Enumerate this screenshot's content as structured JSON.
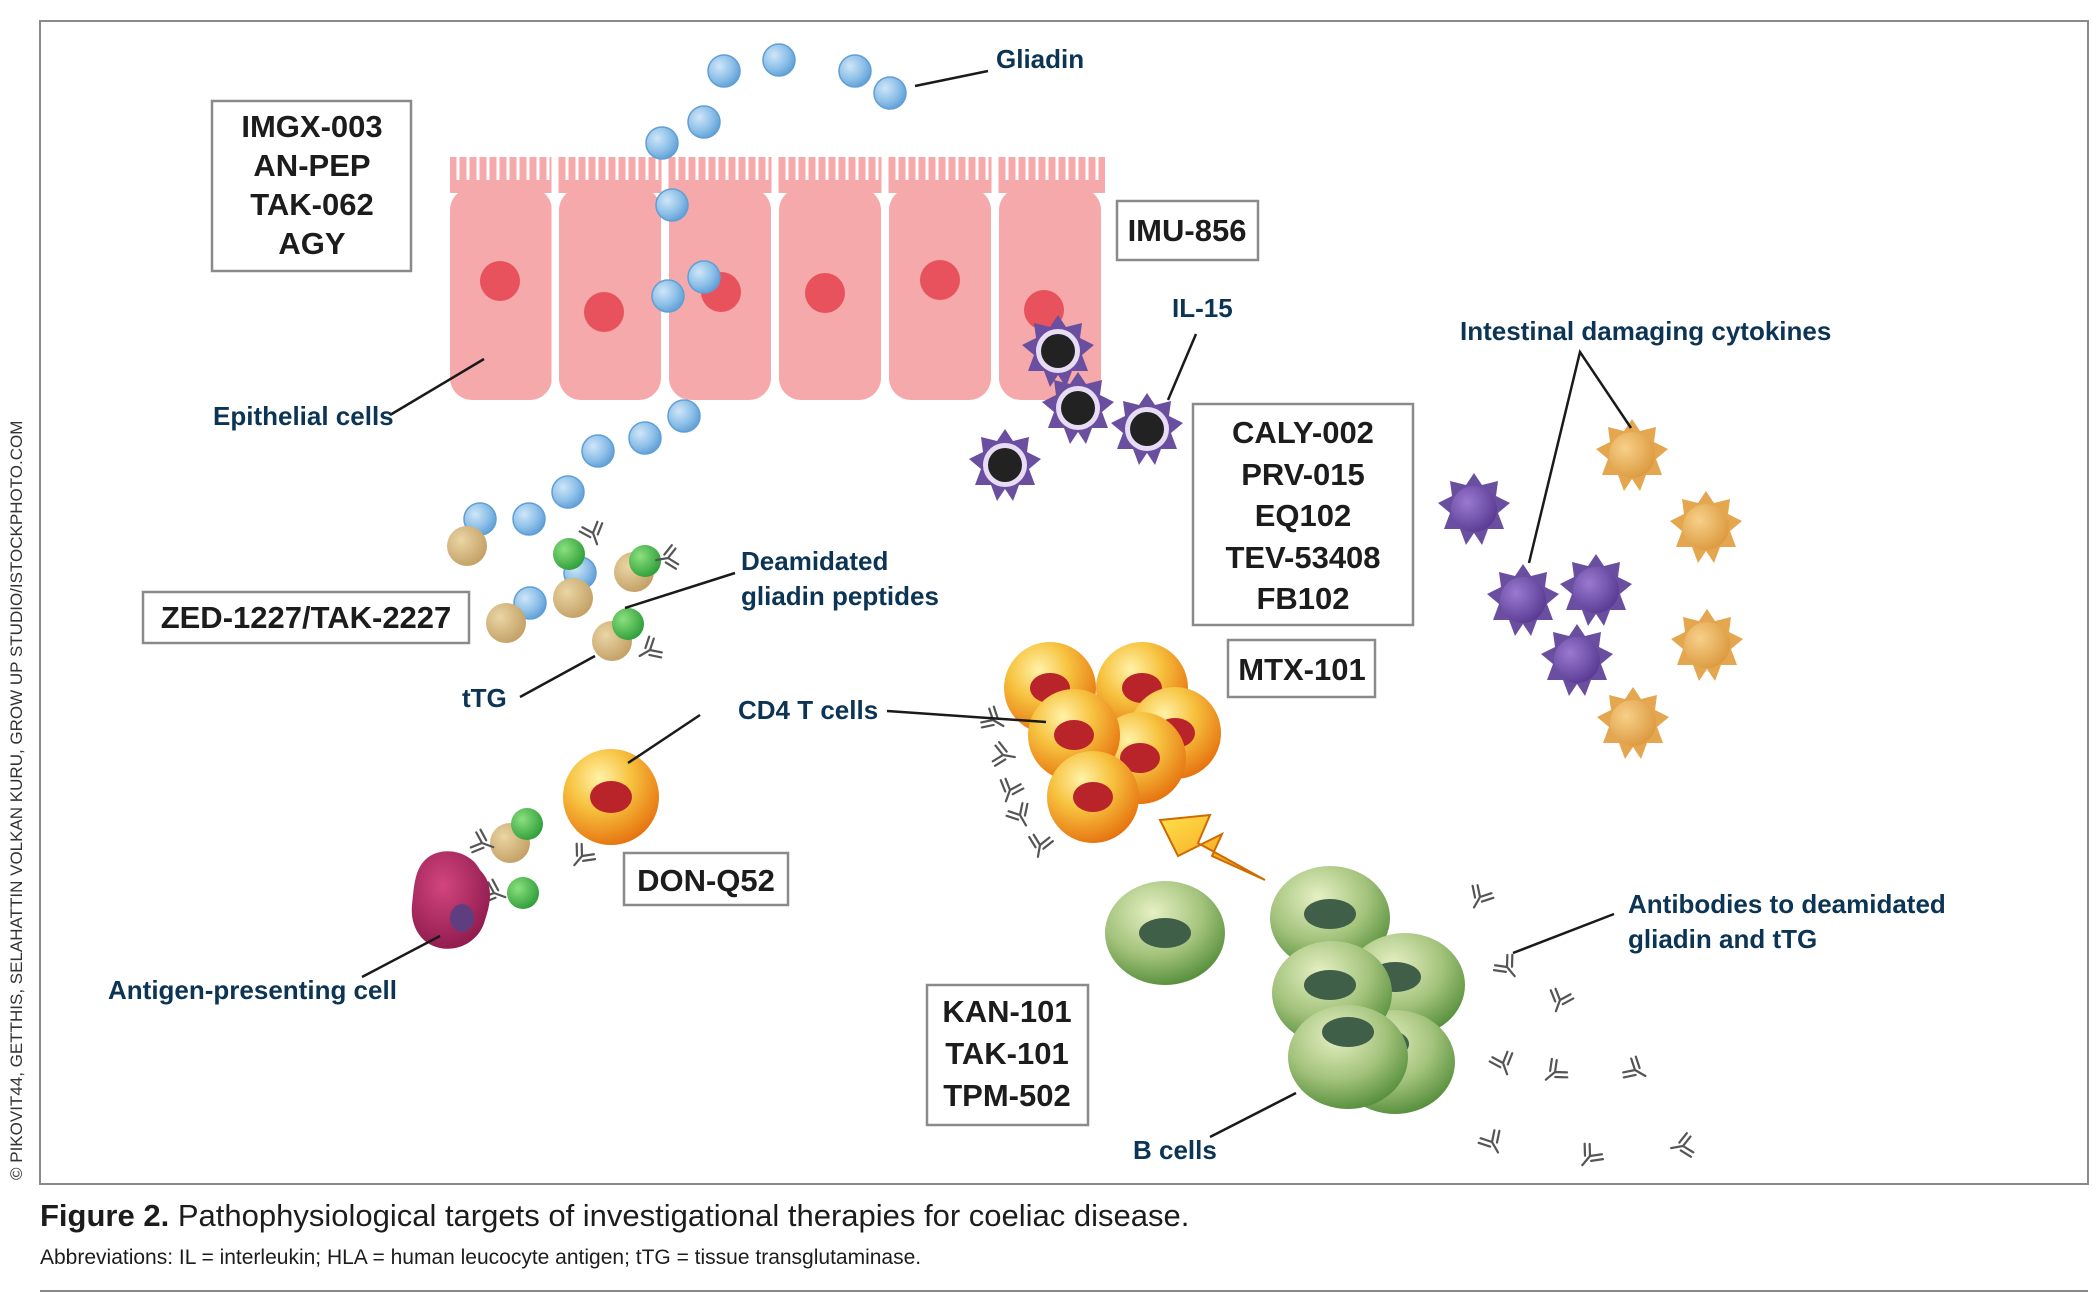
{
  "credit": "© PIKOVIT44, GETTHIS, SELAHATTIN VOLKAN KURU, GROW UP STUDIO/ISTOCKPHOTO.COM",
  "labels": {
    "gliadin": "Gliadin",
    "epithelial": "Epithelial cells",
    "il15": "IL-15",
    "cytokines": "Intestinal damaging cytokines",
    "deamidated_1": "Deamidated",
    "deamidated_2": "gliadin peptides",
    "ttg": "tTG",
    "cd4": "CD4 T cells",
    "apc": "Antigen-presenting cell",
    "antibodies_1": "Antibodies to deamidated",
    "antibodies_2": "gliadin and tTG",
    "bcells": "B cells"
  },
  "drug_boxes": {
    "box1": [
      "IMGX-003",
      "AN-PEP",
      "TAK-062",
      "AGY"
    ],
    "imu": "IMU-856",
    "box3": [
      "CALY-002",
      "PRV-015",
      "EQ102",
      "TEV-53408",
      "FB102"
    ],
    "zed": "ZED-1227/TAK-2227",
    "mtx": "MTX-101",
    "don": "DON-Q52",
    "box7": [
      "KAN-101",
      "TAK-101",
      "TPM-502"
    ]
  },
  "caption": {
    "figure_label": "Figure 2.",
    "title": "Pathophysiological targets of investigational therapies for coeliac disease.",
    "abbreviations": "Abbreviations: IL = interleukin; HLA = human leucocyte antigen; tTG = tissue transglutaminase."
  },
  "colors": {
    "label_text": "#0c3454",
    "epithelium": "#f5a9ab",
    "nucleus": "#e8525c",
    "gliadin_bead": "#8ec0e8",
    "il15_cell": "#6a4fa0",
    "cytokine_orange": "#e4a64e",
    "tcell_orange": "#f4a020",
    "bcell_green": "#8cb465",
    "apc_magenta": "#a8265e"
  }
}
